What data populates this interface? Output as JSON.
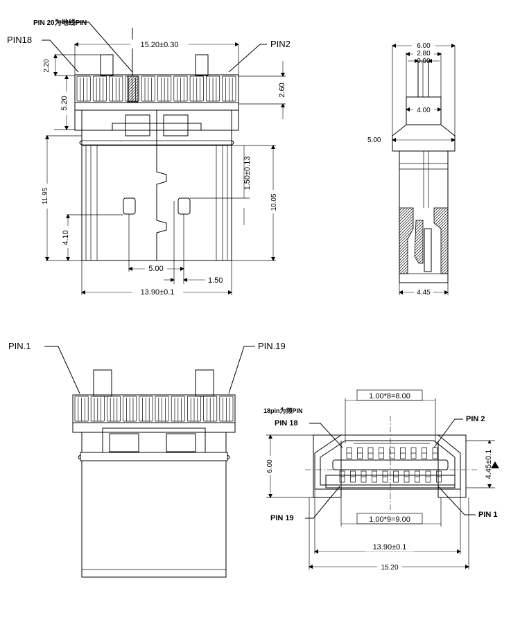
{
  "top_view": {
    "label_pin20": "PIN 20为地线PIN",
    "label_pin18": "PIN18",
    "label_pin2": "PIN2",
    "dim_width": "15.20±0.30",
    "dim_220": "2.20",
    "dim_520": "5.20",
    "dim_260": "2.60",
    "dim_1195": "11.95",
    "dim_150_013": "1.50±0.13",
    "dim_1005": "10.05",
    "dim_410": "4.10",
    "dim_500": "5.00",
    "dim_150": "1.50",
    "dim_1390": "13.90±0.1"
  },
  "side_view": {
    "dim_600": "6.00",
    "dim_280": "2.80",
    "dim_090": "0.90",
    "dim_400": "4.00",
    "dim_500": "5.00",
    "dim_445": "4.45"
  },
  "bottom_view": {
    "label_pin1": "PIN.1",
    "label_pin19": "PIN.19"
  },
  "front_view": {
    "dim_top": "1.00*8=8.00",
    "dim_bottom": "1.00*9=9.00",
    "label_18pin": "18pin为频PIN",
    "label_pin18": "PIN 18",
    "label_pin2": "PIN 2",
    "label_pin19": "PIN 19",
    "label_pin1": "PIN 1",
    "dim_600": "6.00",
    "dim_445": "4.45±0.1",
    "dim_1390": "13.90±0.1",
    "dim_1520": "15.20"
  }
}
